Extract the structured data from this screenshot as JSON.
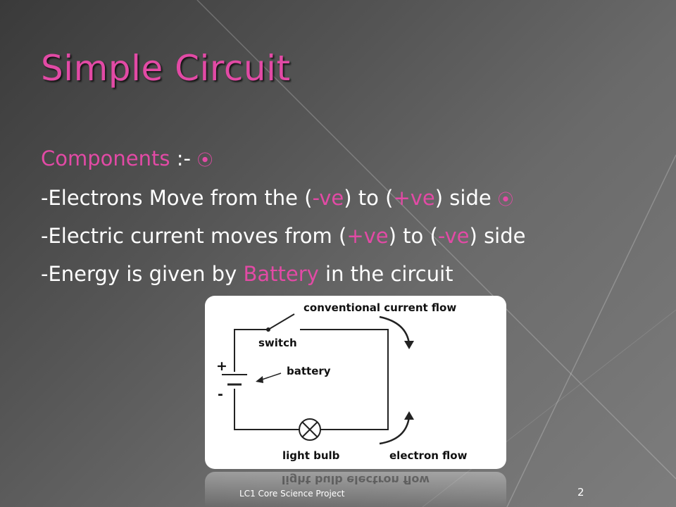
{
  "slide": {
    "title": "Simple Circuit",
    "line1": {
      "label": "Components",
      "suffix": " :- "
    },
    "line2": {
      "a": "-Electrons Move from the (",
      "b": "-ve",
      "c": ") to (",
      "d": "+ve",
      "e": ") side "
    },
    "line3": {
      "a": "-Electric current moves from (",
      "b": "+ve",
      "c": ") to (",
      "d": "-ve",
      "e": ") side"
    },
    "line4": {
      "a": "-Energy is given by ",
      "b": "Battery",
      "c": " in the circuit"
    },
    "bullet_glyph": "⦿",
    "footer": "LC1 Core Science Project",
    "page_number": "2",
    "accent_color": "#e24aa5"
  },
  "diagram": {
    "conventional_flow": "conventional current flow",
    "switch": "switch",
    "plus": "+",
    "minus": "-",
    "battery": "battery",
    "light_bulb": "light bulb",
    "electron_flow": "electron flow",
    "reflection_text": "light bulb          electron flow"
  }
}
